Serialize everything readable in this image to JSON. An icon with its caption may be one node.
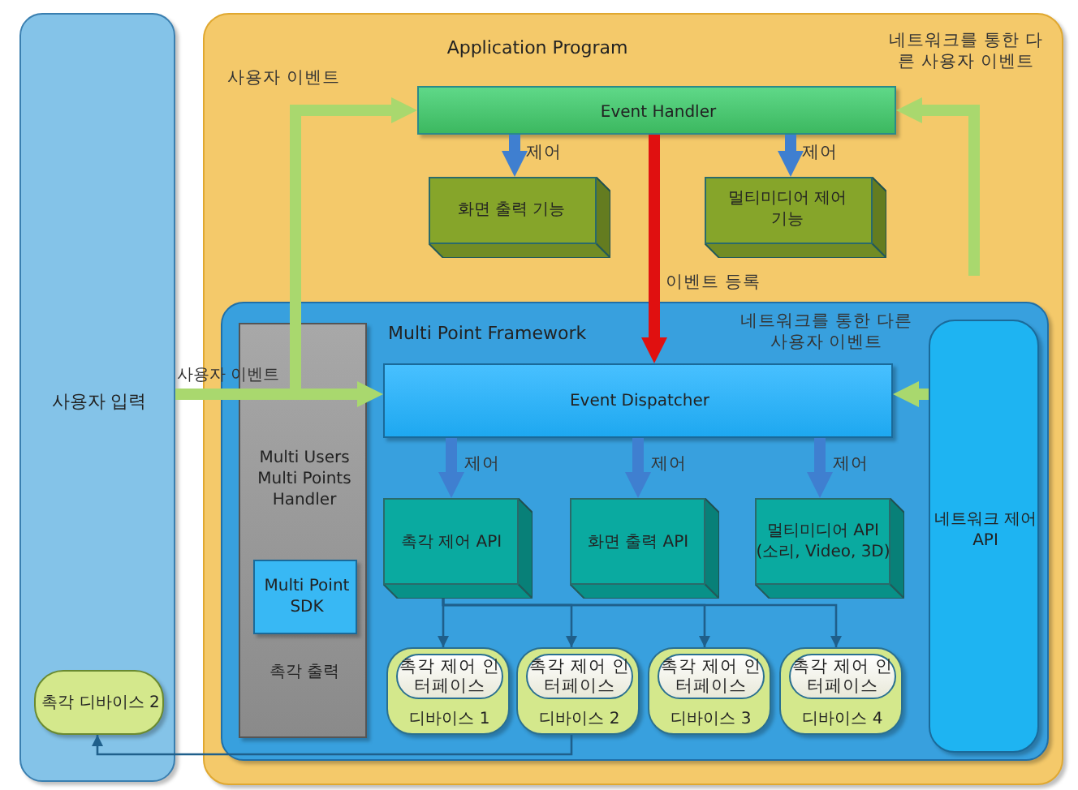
{
  "diagram": {
    "nodes": [
      {
        "text": [
          "사용자 입력"
        ]
      },
      {
        "text": [
          "촉각 디바이스 2"
        ],
        "in": 0
      },
      {
        "text": [
          "Application Program"
        ]
      },
      {
        "text": [
          "Event Handler"
        ],
        "in": 2
      },
      {
        "text": [
          "화면 출력 기능"
        ],
        "in": 2
      },
      {
        "text": [
          "멀티미디어 제어 기능"
        ],
        "in": 2
      },
      {
        "text": [
          "Multi Point Framework"
        ],
        "in": 2
      },
      {
        "text": [
          "Multi Users Multi Points Handler",
          "촉각 출력"
        ],
        "in": 6
      },
      {
        "text": [
          "Multi Point SDK"
        ],
        "in": 7
      },
      {
        "text": [
          "네트워크 제어 API"
        ],
        "in": 6
      },
      {
        "text": [
          "Event Dispatcher"
        ],
        "in": 6
      },
      {
        "text": [
          "촉각 제어 API"
        ],
        "in": 6
      },
      {
        "text": [
          "화면 출력 API"
        ],
        "in": 6
      },
      {
        "text": [
          "멀티미디어 API (소리, Video, 3D)"
        ],
        "in": 6
      },
      {
        "text": [
          "촉각 제어 인터페이스",
          "디바이스 1"
        ],
        "in": 6
      },
      {
        "text": [
          "촉각 제어 인터페이스",
          "디바이스 2"
        ],
        "in": 6
      },
      {
        "text": [
          "촉각 제어 인터페이스",
          "디바이스 3"
        ],
        "in": 6
      },
      {
        "text": [
          "촉각 제어 인터페이스",
          "디바이스 4"
        ],
        "in": 6
      }
    ],
    "edges": [
      {
        "from": 0,
        "to": 10,
        "arrow": "to",
        "label": "사용자 이벤트",
        "color": "#a9d86e"
      },
      {
        "from": 0,
        "to": 3,
        "arrow": "to",
        "label": "사용자 이벤트",
        "color": "#a9d86e"
      },
      {
        "from": null,
        "to": 3,
        "arrow": "to",
        "label": "네트워크를 통한 다른 사용자 이벤트",
        "color": "#a9d86e"
      },
      {
        "from": 9,
        "to": 10,
        "arrow": "to",
        "label": "네트워크를 통한 다른 사용자 이벤트",
        "color": "#a9d86e"
      },
      {
        "from": 3,
        "to": 4,
        "arrow": "to",
        "label": "제어",
        "color": "#3f7fd0"
      },
      {
        "from": 3,
        "to": 5,
        "arrow": "to",
        "label": "제어",
        "color": "#3f7fd0"
      },
      {
        "from": 10,
        "to": 11,
        "arrow": "to",
        "label": "제어",
        "color": "#3f7fd0"
      },
      {
        "from": 10,
        "to": 12,
        "arrow": "to",
        "label": "제어",
        "color": "#3f7fd0"
      },
      {
        "from": 10,
        "to": 13,
        "arrow": "to",
        "label": "제어",
        "color": "#3f7fd0"
      },
      {
        "from": 3,
        "to": 10,
        "arrow": "to",
        "label": "이벤트 등록",
        "color": "#e01010"
      },
      {
        "from": 11,
        "to": 14,
        "arrow": "to"
      },
      {
        "from": 11,
        "to": 15,
        "arrow": "to"
      },
      {
        "from": 11,
        "to": 16,
        "arrow": "to"
      },
      {
        "from": 11,
        "to": 17,
        "arrow": "to"
      },
      {
        "from": 15,
        "to": 1,
        "arrow": "to"
      }
    ]
  }
}
